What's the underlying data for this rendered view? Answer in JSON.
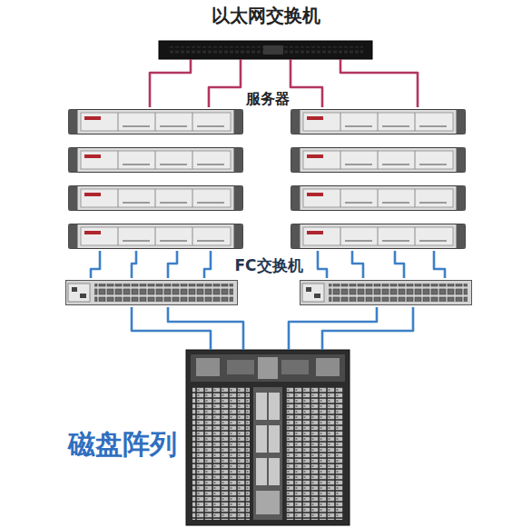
{
  "diagram": {
    "nodes": [
      {
        "text": [
          "以太网交换机"
        ]
      },
      {
        "text": [
          "服务器"
        ]
      },
      {
        "text": [
          "FC交换机"
        ]
      },
      {
        "text": [
          "磁盘阵列"
        ]
      }
    ],
    "edges": [
      {
        "from": 0,
        "to": 1,
        "arrow": "none"
      },
      {
        "from": 0,
        "to": 1,
        "arrow": "none"
      },
      {
        "from": 0,
        "to": 1,
        "arrow": "none"
      },
      {
        "from": 0,
        "to": 1,
        "arrow": "none"
      },
      {
        "from": 1,
        "to": 2,
        "arrow": "none"
      },
      {
        "from": 1,
        "to": 2,
        "arrow": "none"
      },
      {
        "from": 1,
        "to": 2,
        "arrow": "none"
      },
      {
        "from": 1,
        "to": 2,
        "arrow": "none"
      },
      {
        "from": 1,
        "to": 2,
        "arrow": "none"
      },
      {
        "from": 1,
        "to": 2,
        "arrow": "none"
      },
      {
        "from": 1,
        "to": 2,
        "arrow": "none"
      },
      {
        "from": 1,
        "to": 2,
        "arrow": "none"
      },
      {
        "from": 2,
        "to": 3,
        "arrow": "none"
      },
      {
        "from": 2,
        "to": 3,
        "arrow": "none"
      },
      {
        "from": 2,
        "to": 3,
        "arrow": "none"
      },
      {
        "from": 2,
        "to": 3,
        "arrow": "none"
      }
    ]
  }
}
